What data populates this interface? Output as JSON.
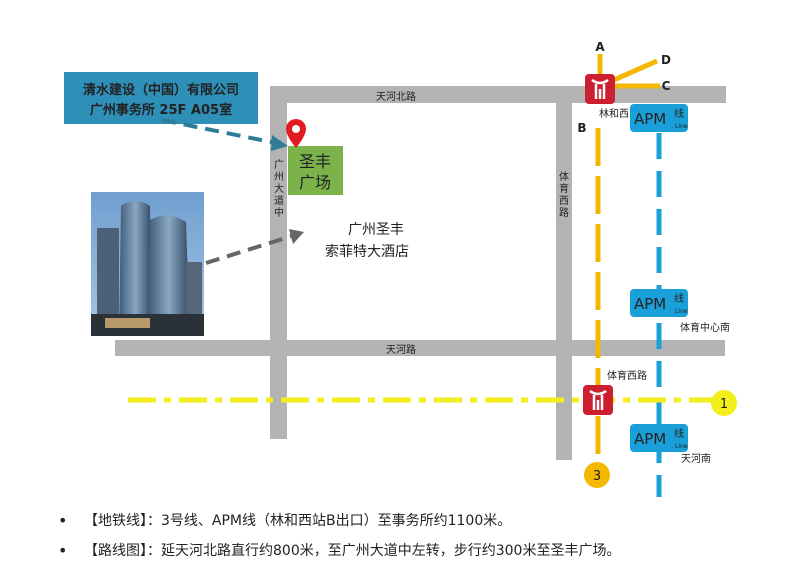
{
  "office_box": {
    "line1": "清水建设（中国）有限公司",
    "line2": "广州事务所 25F A05室"
  },
  "landmarks": {
    "plaza_line1": "圣丰",
    "plaza_line2": "广场",
    "hotel_line1": "广州圣丰",
    "hotel_line2": "索菲特大酒店"
  },
  "roads": {
    "tianhe_north": "天河北路",
    "tianhe": "天河路",
    "guangzhou_avenue": [
      "广",
      "州",
      "大",
      "道",
      "中"
    ],
    "tiyu_west": [
      "体",
      "育",
      "西",
      "路"
    ]
  },
  "stations": {
    "linhexi": "林和西",
    "tiyu_west_rd": "体育西路",
    "tiyu_center_south": "体育中心南",
    "tianhe_south": "天河南"
  },
  "exits": {
    "a": "A",
    "b": "B",
    "c": "C",
    "d": "D"
  },
  "apm": {
    "text": "APM",
    "zh": "线",
    "sub": "Line"
  },
  "metro_lines": {
    "line1": "1",
    "line3": "3"
  },
  "notes": [
    {
      "bullet": "•",
      "text": "【地铁线】：3号线、APM线（林和西站B出口）至事务所约1100米。"
    },
    {
      "bullet": "•",
      "text": "【路线图】：延天河北路直行约800米，至广州大道中左转，步行约300米至圣丰广场。"
    }
  ],
  "colors": {
    "road": "#b3b3b3",
    "line3": "#f5b800",
    "line1": "#f2ef1c",
    "apm": "#1aa0d8",
    "office_box": "#2e8fb8",
    "plaza": "#7bb34a",
    "metro_logo": "#cc1f2f",
    "exit_b": "#e0102c",
    "pin": "#e21b23"
  }
}
